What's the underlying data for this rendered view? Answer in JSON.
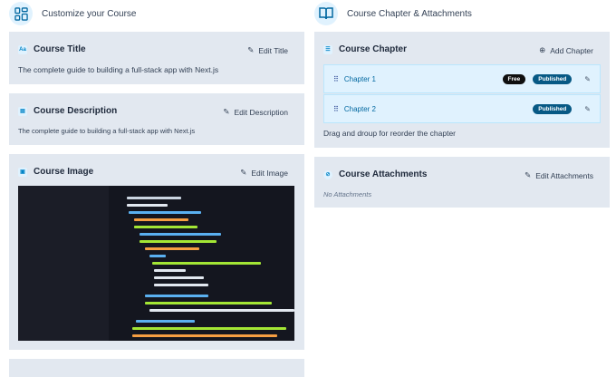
{
  "left": {
    "heading": "Customize your Course",
    "icon": "layout-grid-icon",
    "title_card": {
      "label": "Course Title",
      "action": "Edit Title",
      "value": "The complete guide to building a full-stack app with Next.js"
    },
    "description_card": {
      "label": "Course Description",
      "action": "Edit Description",
      "value": "The complete guide to building a full-stack app with Next.js"
    },
    "image_card": {
      "label": "Course Image",
      "action": "Edit Image"
    }
  },
  "right": {
    "heading": "Course Chapter & Attachments",
    "icon": "book-open-icon",
    "chapter_card": {
      "label": "Course Chapter",
      "action": "Add Chapter",
      "chapters": [
        {
          "title": "Chapter 1",
          "free": "Free",
          "status": "Published"
        },
        {
          "title": "Chapter 2",
          "status": "Published"
        }
      ],
      "hint": "Drag and droup for reorder the chapter"
    },
    "attachments_card": {
      "label": "Course Attachments",
      "action": "Edit Attachments",
      "empty": "No Attachments"
    }
  },
  "colors": {
    "card": "#e2e8f0",
    "accent": "#0369a1",
    "chapter_bg": "#e0f2fe"
  }
}
